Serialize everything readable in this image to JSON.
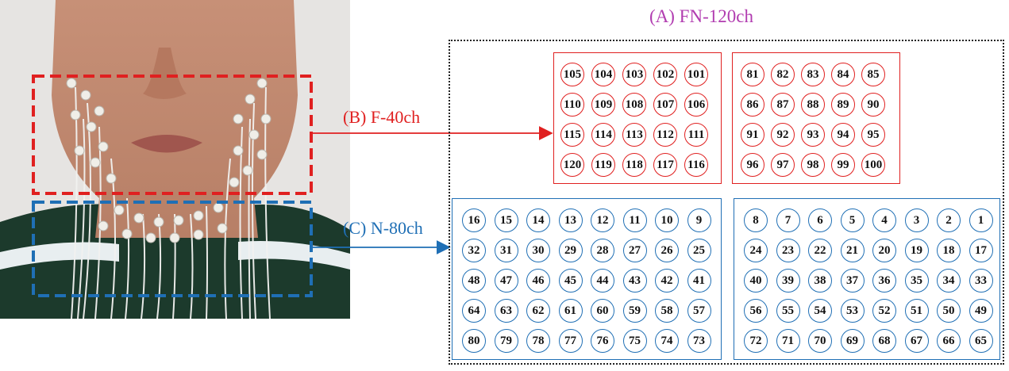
{
  "title": "(A) FN-120ch",
  "regions": {
    "face": {
      "label": "(B) F-40ch",
      "color": "#e02020"
    },
    "neck": {
      "label": "(C) N-80ch",
      "color": "#1f6fb5"
    }
  },
  "colors": {
    "title": "#b13cb0",
    "frame": "#222222"
  },
  "face_grid_left": [
    [
      105,
      104,
      103,
      102,
      101
    ],
    [
      110,
      109,
      108,
      107,
      106
    ],
    [
      115,
      114,
      113,
      112,
      111
    ],
    [
      120,
      119,
      118,
      117,
      116
    ]
  ],
  "face_grid_right": [
    [
      81,
      82,
      83,
      84,
      85
    ],
    [
      86,
      87,
      88,
      89,
      90
    ],
    [
      91,
      92,
      93,
      94,
      95
    ],
    [
      96,
      97,
      98,
      99,
      100
    ]
  ],
  "neck_grid_left": [
    [
      16,
      15,
      14,
      13,
      12,
      11,
      10,
      9
    ],
    [
      32,
      31,
      30,
      29,
      28,
      27,
      26,
      25
    ],
    [
      48,
      47,
      46,
      45,
      44,
      43,
      42,
      41
    ],
    [
      64,
      63,
      62,
      61,
      60,
      59,
      58,
      57
    ],
    [
      80,
      79,
      78,
      77,
      76,
      75,
      74,
      73
    ]
  ],
  "neck_grid_right": [
    [
      8,
      7,
      6,
      5,
      4,
      3,
      2,
      1
    ],
    [
      24,
      23,
      22,
      21,
      20,
      19,
      18,
      17
    ],
    [
      40,
      39,
      38,
      37,
      36,
      35,
      34,
      33
    ],
    [
      56,
      55,
      54,
      53,
      52,
      51,
      50,
      49
    ],
    [
      72,
      71,
      70,
      69,
      68,
      67,
      66,
      65
    ]
  ]
}
